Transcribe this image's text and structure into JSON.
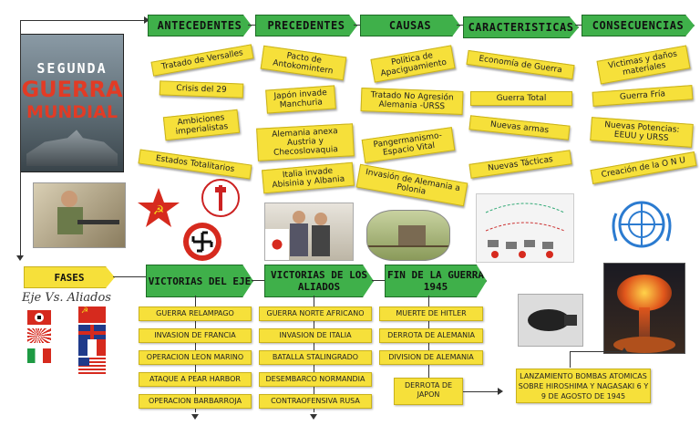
{
  "book": {
    "title1": "SEGUNDA",
    "title2": "GUERRA",
    "title3": "MUNDIAL"
  },
  "headers": [
    "ANTECEDENTES",
    "PRECEDENTES",
    "CAUSAS",
    "CARACTERISTICAS",
    "CONSECUENCIAS"
  ],
  "antecedentes": [
    "Tratado de Versalles",
    "Crisis del 29",
    "Ambiciones imperialistas",
    "Estados Totalitarios"
  ],
  "precedentes": [
    "Pacto de Antokomintern",
    "Japón invade Manchuria",
    "Alemania anexa Austria y Checoslovaquia",
    "Italia invade Abisinia y Albania"
  ],
  "causas": [
    "Política de Apaciguamiento",
    "Tratado No Agresión Alemania -URSS",
    "Pangermanismo- Espacio Vital",
    "Invasión de Alemania a Polonia"
  ],
  "caracteristicas": [
    "Economía de Guerra",
    "Guerra Total",
    "Nuevas armas",
    "Nuevas Tácticas"
  ],
  "consecuencias": [
    "Victimas y daños materiales",
    "Guerra Fría",
    "Nuevas Potencias: EEUU y URSS",
    "Creación de la O N U"
  ],
  "fases": {
    "label": "FASES",
    "subtitle": "Eje Vs. Aliados"
  },
  "phases": [
    {
      "title": "VICTORIAS DEL EJE",
      "items": [
        "GUERRA RELAMPAGO",
        "INVASION DE FRANCIA",
        "OPERACION LEON MARINO",
        "ATAQUE A PEAR HARBOR",
        "OPERACION BARBARROJA"
      ]
    },
    {
      "title": "VICTORIAS DE LOS ALIADOS",
      "items": [
        "GUERRA NORTE AFRICANO",
        "INVASION DE ITALIA",
        "BATALLA STALINGRADO",
        "DESEMBARCO NORMANDIA",
        "CONTRAOFENSIVA RUSA"
      ]
    },
    {
      "title": "FIN DE LA GUERRA 1945",
      "items": [
        "MUERTE DE HITLER",
        "DERROTA DE ALEMANIA",
        "DIVISION DE ALEMANIA",
        "DERROTA DE JAPON"
      ]
    }
  ],
  "bombs": "LANZAMIENTO BOMBAS ATOMICAS SOBRE HIROSHIMA Y NAGASAKI 6 Y 9 DE AGOSTO DE 1945",
  "fascismo_label": "FASCISMO",
  "colors": {
    "green": "#3fb04a",
    "yellow": "#f6e03a",
    "red": "#d62a1e"
  }
}
